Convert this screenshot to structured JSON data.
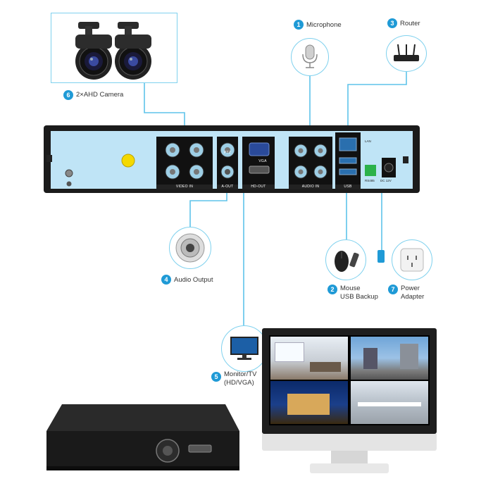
{
  "callouts": [
    {
      "num": "1",
      "label": "Microphone"
    },
    {
      "num": "2",
      "label_line1": "Mouse",
      "label_line2": "USB Backup"
    },
    {
      "num": "3",
      "label": "Router"
    },
    {
      "num": "4",
      "label": "Audio Output"
    },
    {
      "num": "5",
      "label_line1": "Monitor/TV",
      "label_line2": "(HD/VGA)"
    },
    {
      "num": "6",
      "label": "2×AHD Camera"
    },
    {
      "num": "7",
      "label_line1": "Power",
      "label_line2": "Adapter"
    }
  ],
  "panel_labels": {
    "video_in": "VIDEO IN",
    "a_out": "A-OUT",
    "ptz": "PTZ",
    "vga": "VGA",
    "hd_out": "HD-OUT",
    "audio_in": "AUDIO IN",
    "lan": "LAN",
    "usb": "USB",
    "rs485": "RS485",
    "dc12v": "DC 12V"
  },
  "colors": {
    "accent": "#1f9ad6",
    "line": "#5ec3ea",
    "panel": "#bfe4f6",
    "chassis": "#1b1b1b"
  }
}
